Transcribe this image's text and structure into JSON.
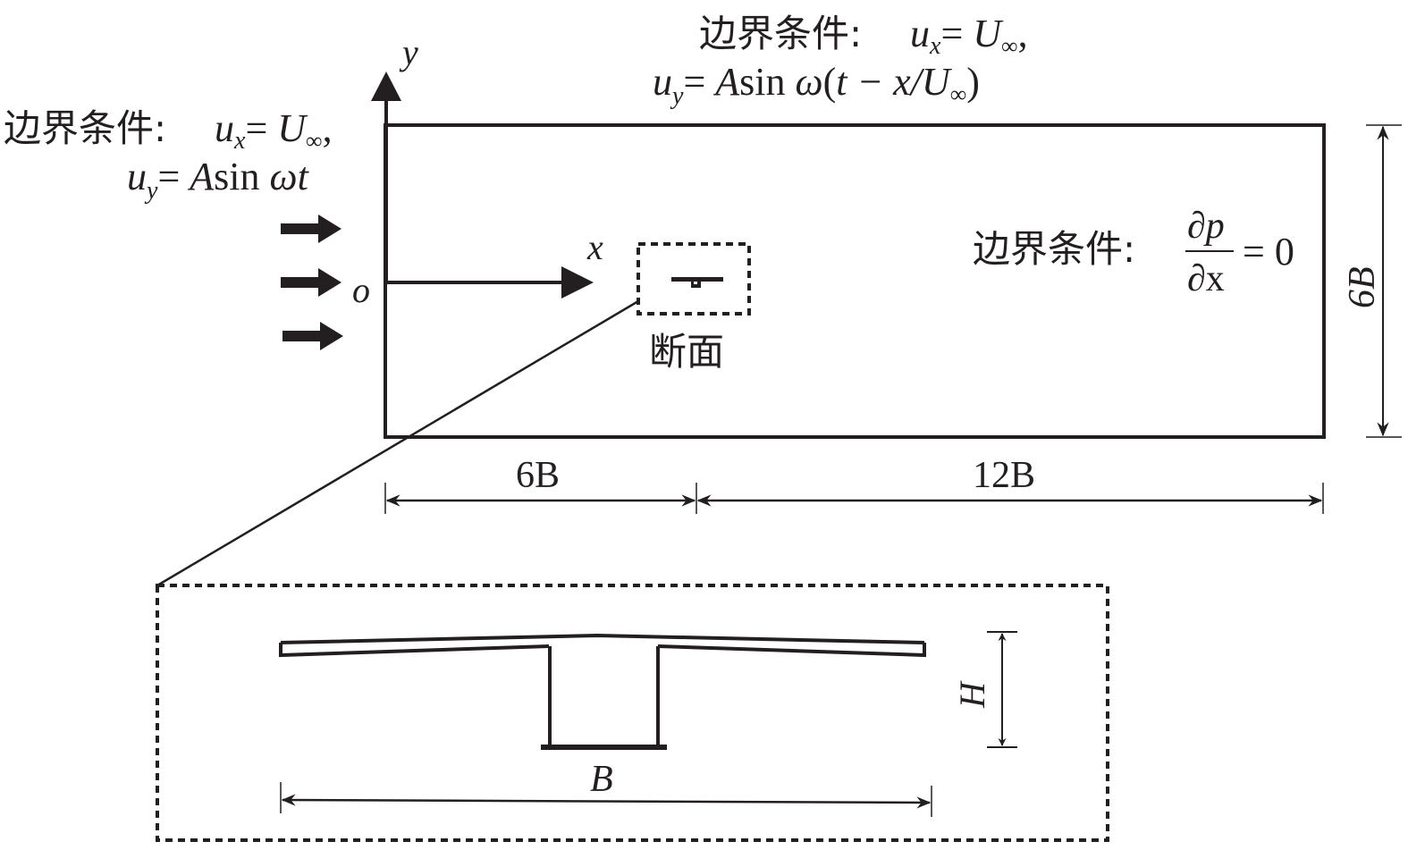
{
  "colors": {
    "ink": "#231f20",
    "background": "#ffffff"
  },
  "axes": {
    "origin_label": "o",
    "x_label": "x",
    "y_label": "y"
  },
  "inlet_condition": {
    "prefix": "边界条件:",
    "line1": {
      "var": "u",
      "sub": "x",
      "eq": "= ",
      "rhs": "U",
      "rhs_sub": "∞",
      "tail": ","
    },
    "line2": {
      "var": "u",
      "sub": "y",
      "eq": "= ",
      "amp": "A",
      "func": "sin ",
      "arg": "ωt"
    }
  },
  "top_condition": {
    "prefix": "边界条件:",
    "line1": {
      "var": "u",
      "sub": "x",
      "eq": "= ",
      "rhs": "U",
      "rhs_sub": "∞",
      "tail": ","
    },
    "line2": {
      "var": "u",
      "sub": "y",
      "eq": "= ",
      "amp": "A",
      "func": "sin ",
      "omega": "ω",
      "open": "(",
      "arg": "t − x/U",
      "arg_sub": "∞",
      "close": ")"
    }
  },
  "outlet_condition": {
    "prefix": "边界条件:",
    "numerator": "∂p",
    "denominator": "∂x",
    "rhs": "= 0"
  },
  "section_label": "断面",
  "dimensions": {
    "upstream": "6B",
    "downstream": "12B",
    "height": "6B",
    "deck_width": "B",
    "deck_height": "H"
  },
  "flow_arrows": {
    "count": 3
  }
}
